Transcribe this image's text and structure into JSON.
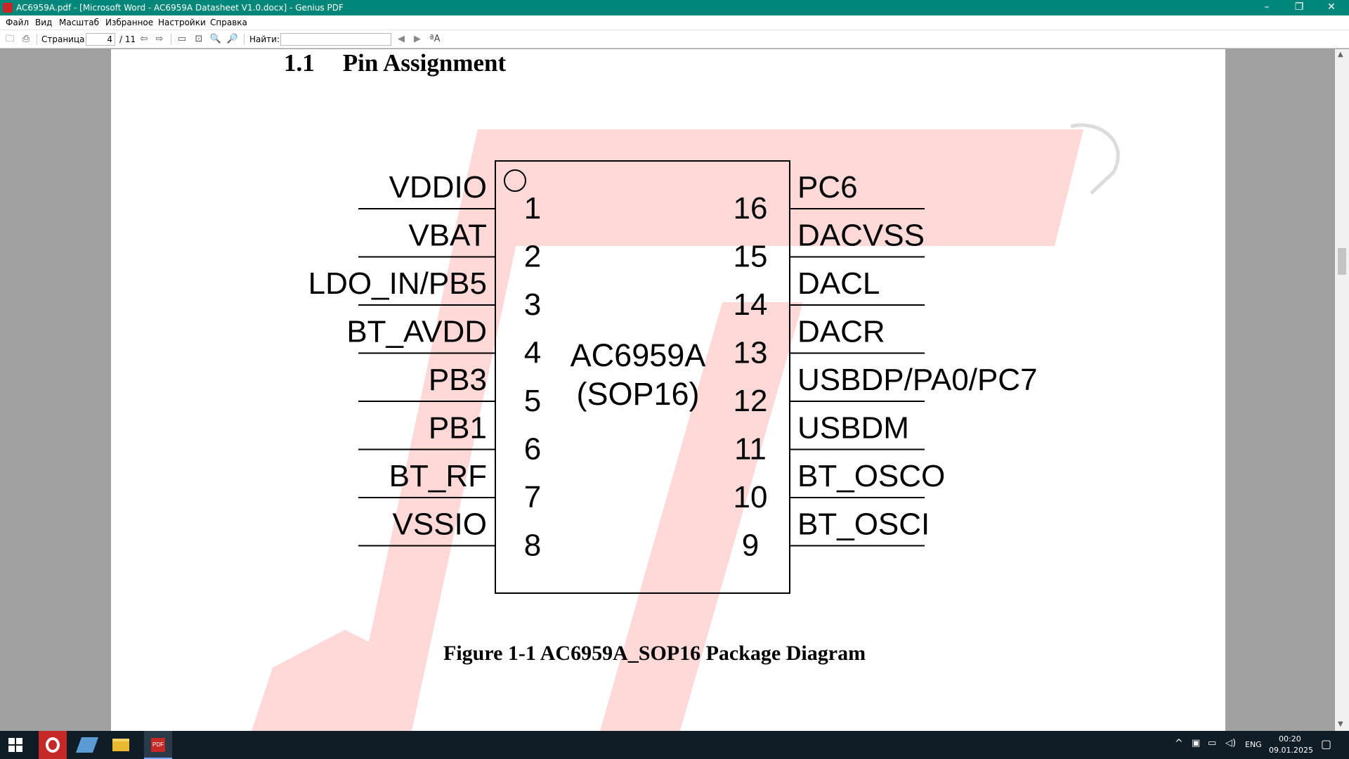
{
  "window": {
    "title": "AC6959A.pdf - [Microsoft Word - AC6959A Datasheet V1.0.docx] - Genius PDF"
  },
  "menu": [
    "Файл",
    "Вид",
    "Масштаб",
    "Избранное",
    "Настройки",
    "Справка"
  ],
  "toolbar": {
    "page_label": "Страница:",
    "page_value": "4",
    "page_total": "/ 11",
    "find_label": "Найти:",
    "find_value": ""
  },
  "document": {
    "section_number": "1.1",
    "section_title": "Pin Assignment",
    "chip_name": "AC6959A",
    "chip_package": "(SOP16)",
    "left_pins": [
      {
        "num": "1",
        "name": "VDDIO"
      },
      {
        "num": "2",
        "name": "VBAT"
      },
      {
        "num": "3",
        "name": "LDO_IN/PB5"
      },
      {
        "num": "4",
        "name": "BT_AVDD"
      },
      {
        "num": "5",
        "name": "PB3"
      },
      {
        "num": "6",
        "name": "PB1"
      },
      {
        "num": "7",
        "name": "BT_RF"
      },
      {
        "num": "8",
        "name": "VSSIO"
      }
    ],
    "right_pins": [
      {
        "num": "16",
        "name": "PC6"
      },
      {
        "num": "15",
        "name": "DACVSS"
      },
      {
        "num": "14",
        "name": "DACL"
      },
      {
        "num": "13",
        "name": "DACR"
      },
      {
        "num": "12",
        "name": "USBDP/PA0/PC7"
      },
      {
        "num": "11",
        "name": "USBDM"
      },
      {
        "num": "10",
        "name": "BT_OSCO"
      },
      {
        "num": "9",
        "name": "BT_OSCI"
      }
    ],
    "figure_caption": "Figure 1-1 AC6959A_SOP16 Package Diagram"
  },
  "taskbar": {
    "lang": "ENG",
    "time": "00:20",
    "date": "09.01.2025"
  },
  "colors": {
    "titlebar": "#00877a",
    "watermark": "#ffd8d8",
    "taskbar": "#111d26"
  }
}
